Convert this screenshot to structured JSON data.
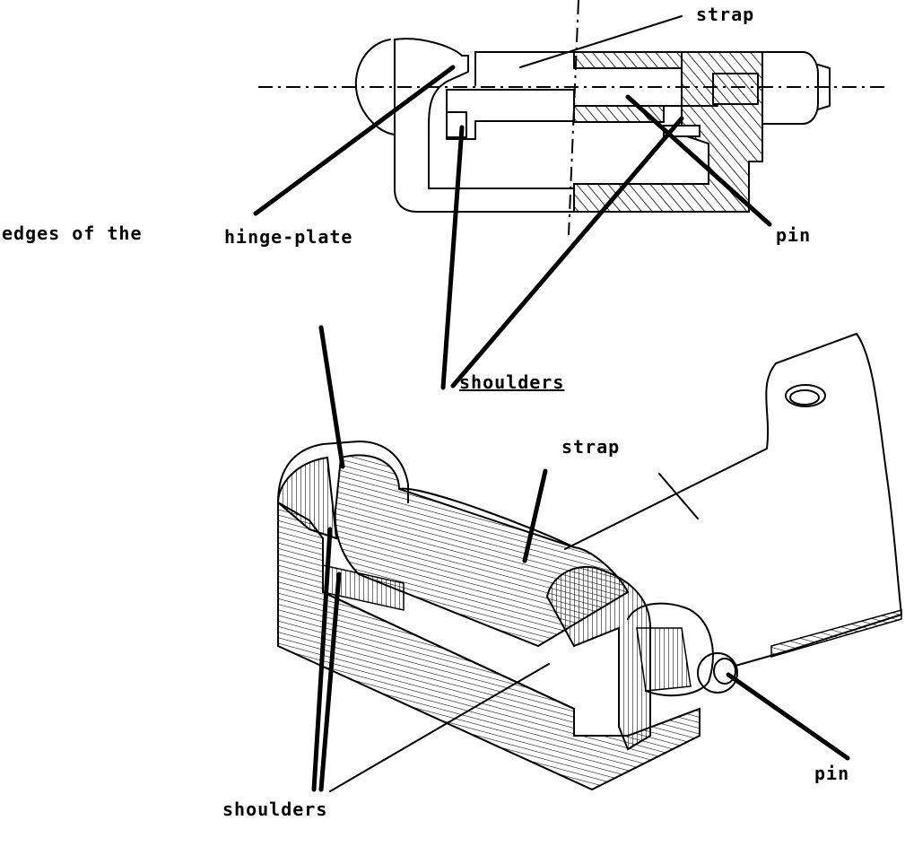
{
  "labels": {
    "top_strap": "strap",
    "top_edges": "edges of the",
    "top_hinge_plate": "hinge-plate",
    "top_pin": "pin",
    "middle_shoulders": "shoulders",
    "bottom_strap": "strap",
    "bottom_pin": "pin",
    "bottom_shoulders": "shoulders"
  }
}
